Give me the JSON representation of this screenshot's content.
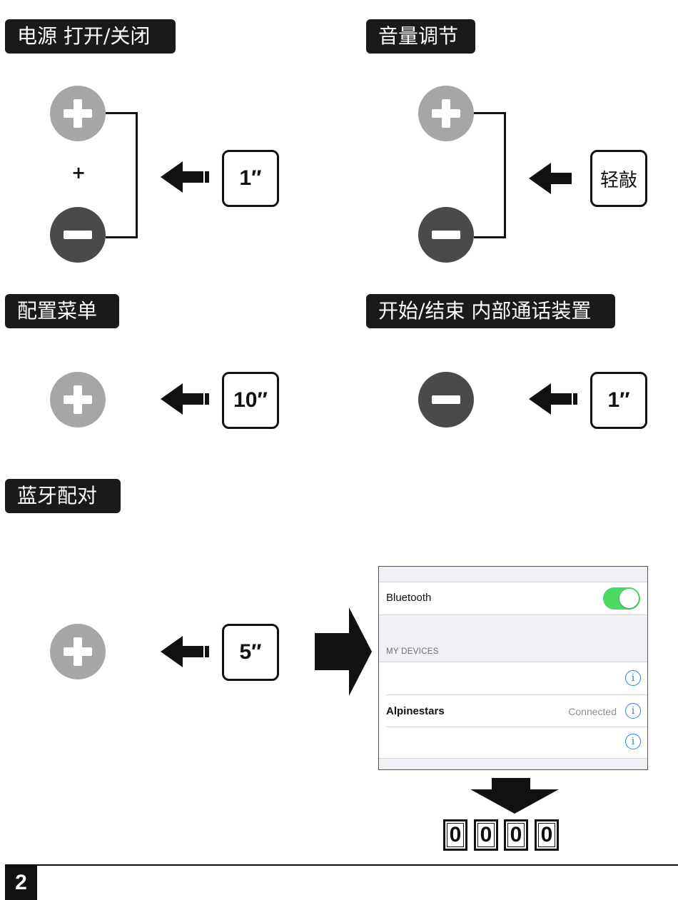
{
  "sections": {
    "power": {
      "title": "电源 打开/关闭",
      "plus_sign": "+",
      "duration": "1″"
    },
    "volume": {
      "title": "音量调节",
      "action": "轻敲"
    },
    "config": {
      "title": "配置菜单",
      "duration": "10″"
    },
    "intercom": {
      "title": "开始/结束 内部通话装置",
      "duration": "1″"
    },
    "pairing": {
      "title": "蓝牙配对",
      "duration": "5″"
    }
  },
  "phone": {
    "bluetooth_label": "Bluetooth",
    "bluetooth_on": true,
    "toggle_color": "#4cd964",
    "section_header": "MY DEVICES",
    "devices": [
      {
        "name": "",
        "status": "",
        "info_icon": "i"
      },
      {
        "name": "Alpinestars",
        "status": "Connected",
        "info_icon": "i"
      },
      {
        "name": "",
        "status": "",
        "info_icon": "i"
      }
    ]
  },
  "pin": [
    "0",
    "0",
    "0",
    "0"
  ],
  "page_number": "2",
  "colors": {
    "plus_button": "#a6a6a6",
    "minus_button": "#4a4a4a",
    "label_bg": "#1a1a1a",
    "info_icon": "#2f7bf5"
  }
}
